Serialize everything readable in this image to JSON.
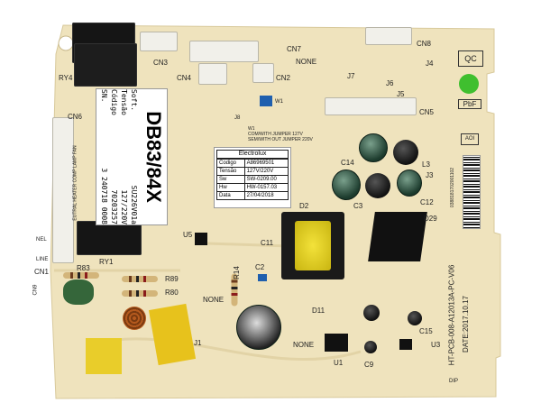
{
  "main_label": {
    "model": "DB83/84X",
    "rows": [
      {
        "key": "Soft.",
        "value": "SU226V01a"
      },
      {
        "key": "Tensão",
        "value": "127/220V"
      },
      {
        "key": "Código",
        "value": "70203257"
      },
      {
        "key": "SN.",
        "value": "3 240718 0008"
      }
    ]
  },
  "electrolux_label": {
    "brand": "Electrolux",
    "rows": [
      {
        "key": "Codigo",
        "value": "A86969501"
      },
      {
        "key": "Tensão",
        "value": "127V/220V"
      },
      {
        "key": "Sw",
        "value": "SW-0209.00"
      },
      {
        "key": "Hw",
        "value": "HW-0157.03"
      },
      {
        "key": "Data",
        "value": "27/04/2018"
      }
    ]
  },
  "jumper_note": {
    "title": "W1",
    "line1": "COM/WITH JUMPER 127V",
    "line2": "SEM/WITH OUT JUMPER 220V"
  },
  "badges": {
    "qc": "QC",
    "pbf": "PbF",
    "aoi": "AOI"
  },
  "barcode_text": "0388181702001102",
  "pcb_id": "HT-PCB-008-A12013A-PC-V06",
  "pcb_date": "DATE:2017.10.17",
  "silkscreen": {
    "ry4": "RY4",
    "cn3": "CN3",
    "cn4": "CN4",
    "cn7": "CN7",
    "none1": "NONE",
    "cn2": "CN2",
    "cn8": "CN8",
    "j4": "J4",
    "j7": "J7",
    "j6": "J6",
    "j5": "J5",
    "cn5": "CN5",
    "w1": "W1",
    "j8": "J8",
    "cn6": "CN6",
    "cn6_pins": "EUTRAL HEATER  COMP  LAMP  FAN",
    "nel": "NEL",
    "line": "LINE",
    "cn1": "CN1",
    "ry1": "RY1",
    "u5": "U5",
    "c11": "C11",
    "d2": "D2",
    "c3": "C3",
    "c14": "C14",
    "l3": "L3",
    "j3": "J3",
    "c12": "C12",
    "d29": "D29",
    "r83": "R83",
    "r89": "R89",
    "r80": "R80",
    "r14": "R14",
    "c2": "C2",
    "cn9": "CN9",
    "none2": "NONE",
    "none3": "NONE",
    "j1": "J1",
    "d11": "D11",
    "u1": "U1",
    "c9": "C9",
    "c15": "C15",
    "u3": "U3",
    "dip": "DIP"
  },
  "colors": {
    "board": "#efe3bd",
    "relay": "#151515",
    "inductor": "#e8d21a",
    "capacitor_x": "#e7c21c",
    "qc_sticker": "#3fbf2f",
    "jumper": "#1f5fae"
  }
}
